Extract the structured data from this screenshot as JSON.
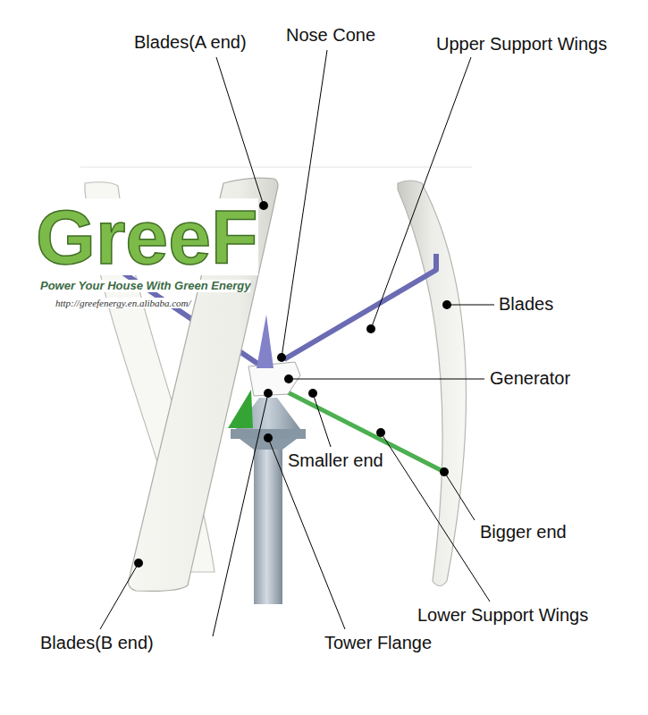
{
  "diagram": {
    "labels": [
      "GreeF",
      "Power Your House With Green Energy",
      "http://greefenergy.en.alibaba.com/",
      "Blades(A end)",
      "Nose Cone",
      "Upper Support Wings",
      "Blades",
      "Generator",
      "Smaller end",
      "Bigger end",
      "Lower Support Wings",
      "Blades(B end)",
      "Tower Flange"
    ]
  }
}
